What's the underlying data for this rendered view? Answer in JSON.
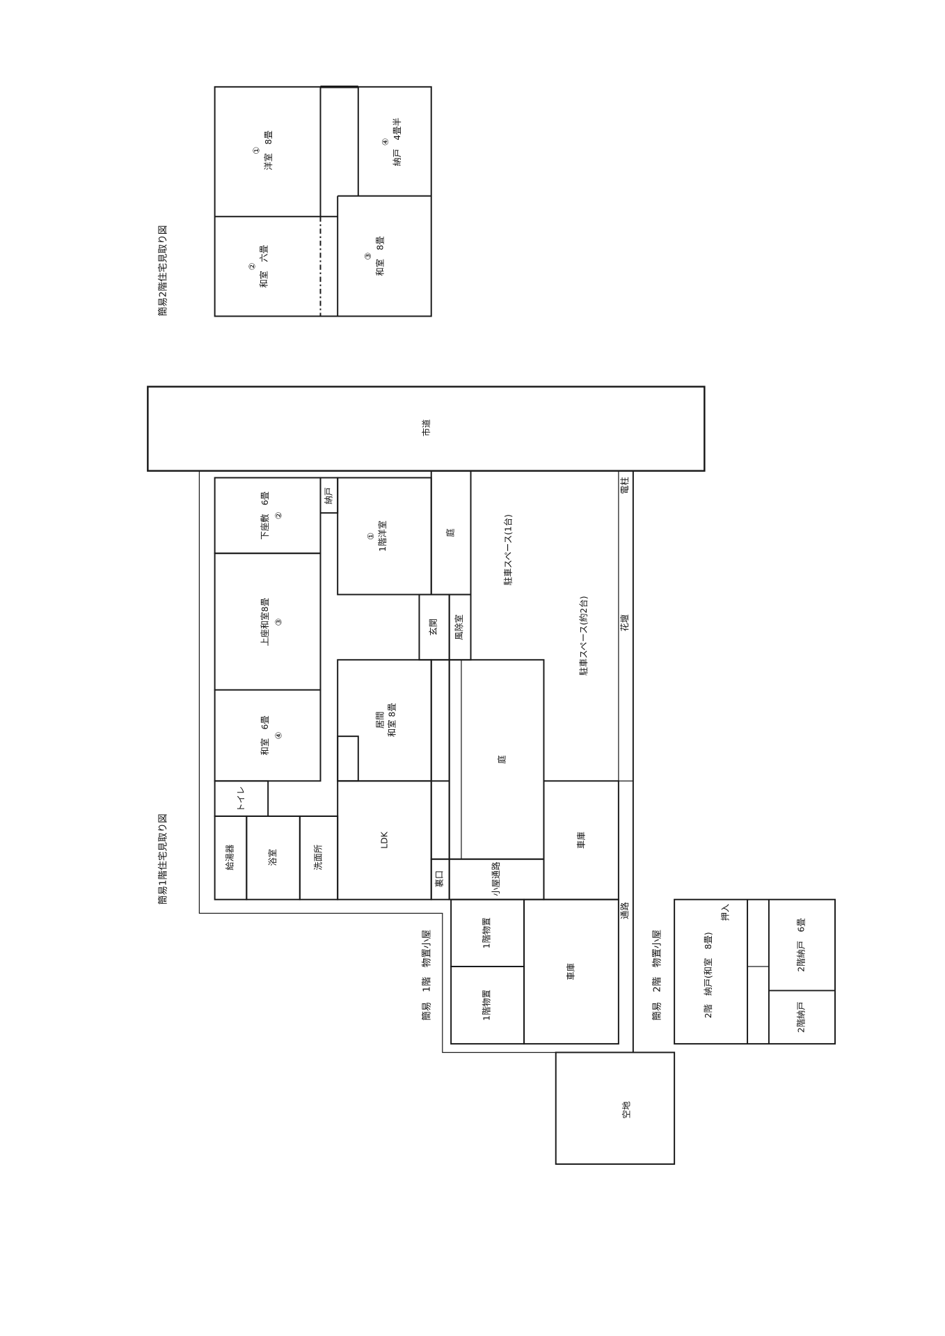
{
  "titles": {
    "floor2": "簡易2階住宅見取り図",
    "floor1": "簡易1階住宅見取り図",
    "shed1": "簡易　1階　物置小屋",
    "shed2": "簡易　2階　物置小屋"
  },
  "floor2": {
    "room1": {
      "num": "①",
      "name": "洋室　8畳"
    },
    "room2": {
      "num": "②",
      "name": "和室　六畳"
    },
    "room3": {
      "num": "③",
      "name": "和室　8畳"
    },
    "room4": {
      "num": "④",
      "name": "納戸　4畳半"
    }
  },
  "site": {
    "road": "市道",
    "pole": "電柱",
    "flowerbed": "花壇",
    "passage": "通路",
    "vacant_lot": "空地",
    "parking1": "駐車スペース(1台)",
    "parking2": "駐車スペース(約2台)"
  },
  "floor1": {
    "shimozashiki": {
      "name": "下座敷　6畳",
      "num": "②"
    },
    "nando": "納戸",
    "youshitsu": {
      "num": "①",
      "name": "1階洋室"
    },
    "garden_upper": "庭",
    "kamizashiki": {
      "name": "上座和室8畳",
      "num": "③"
    },
    "washitsu": {
      "name": "和室　6畳",
      "num": "④"
    },
    "genkan": "玄関",
    "fujoshitsu": "風除室",
    "ima": {
      "line1": "居間",
      "line2": "和室 8畳"
    },
    "garden_main": "庭",
    "garage": "車庫",
    "toilet": "トイレ",
    "water_heater": "給湯器",
    "bath": "浴室",
    "washroom": "洗面所",
    "ldk": "LDK",
    "back_door": "裏口",
    "shed_passage": "小屋通路"
  },
  "shed1": {
    "storage_a": "1階物置",
    "storage_b": "1階物置",
    "garage": "車庫"
  },
  "shed2": {
    "closet": "押入",
    "storeroom_main": "2階　納戸(和室　8畳)",
    "storeroom_6": "2階納戸　6畳",
    "storeroom": "2階納戸"
  }
}
